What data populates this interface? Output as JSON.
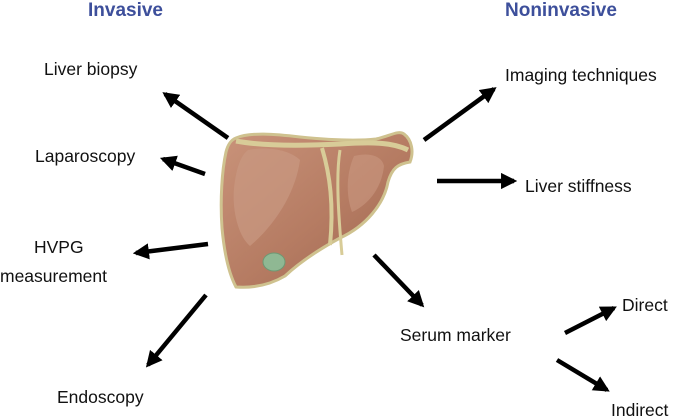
{
  "headers": {
    "invasive": "Invasive",
    "noninvasive": "Noninvasive"
  },
  "invasive_methods": {
    "liver_biopsy": "Liver biopsy",
    "laparoscopy": "Laparoscopy",
    "hvpg_line1": "HVPG",
    "hvpg_line2": "measurement",
    "endoscopy": "Endoscopy"
  },
  "noninvasive_methods": {
    "imaging": "Imaging techniques",
    "liver_stiffness": "Liver stiffness",
    "serum_marker": "Serum marker",
    "direct": "Direct",
    "indirect": "Indirect"
  },
  "colors": {
    "header": "#3d4f9b",
    "text": "#111111",
    "arrow": "#000000",
    "liver_fill": "#b57b62",
    "liver_highlight": "#c99881",
    "liver_edge": "#d8cc98",
    "gallbladder": "#8fb893"
  },
  "icons": {
    "liver": "liver-illustration-icon",
    "arrow": "arrow-icon"
  }
}
